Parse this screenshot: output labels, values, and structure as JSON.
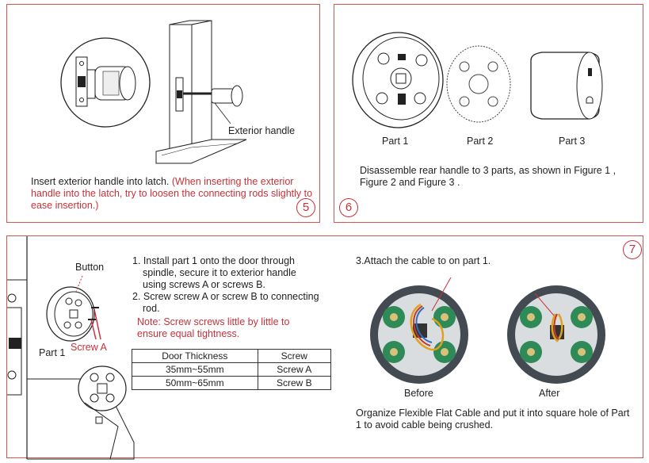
{
  "step5": {
    "number": "5",
    "label_exterior": "Exterior handle",
    "instruction": "Insert exterior handle into latch.",
    "note": "(When inserting the exterior handle into the latch, try to loosen the connecting rods slightly to ease insertion.)"
  },
  "step6": {
    "number": "6",
    "parts": [
      "Part 1",
      "Part 2",
      "Part 3"
    ],
    "instruction": "Disassemble rear handle to 3 parts, as shown in Figure 1 , Figure 2 and Figure 3 ."
  },
  "step7": {
    "number": "7",
    "label_button": "Button",
    "label_part1": "Part 1",
    "label_screw_a": "Screw A",
    "list": [
      "1. Install part 1 onto the door through spindle, secure it to exterior handle using screws A or screws B.",
      "2. Screw screw A or screw B to connecting rod."
    ],
    "note": "Note: Screw screws little by little to ensure equal tightness.",
    "table": {
      "headers": [
        "Door Thickness",
        "Screw"
      ],
      "rows": [
        [
          "35mm~55mm",
          "Screw A"
        ],
        [
          "50mm~65mm",
          "Screw B"
        ]
      ]
    },
    "cable_title": "3.Attach the cable to on part 1.",
    "before": "Before",
    "after": "After",
    "cable_note": "Organize Flexible Flat Cable and put it into square hole of Part 1 to avoid cable being crushed."
  },
  "colors": {
    "accent": "#c8323a",
    "board": "#2e8b57",
    "ring": "#444a52"
  }
}
